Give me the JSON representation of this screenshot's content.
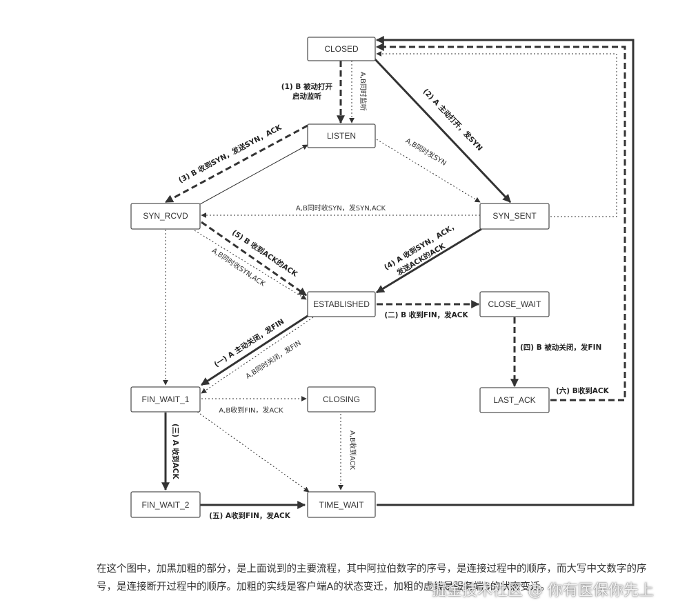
{
  "states": {
    "closed": "CLOSED",
    "listen": "LISTEN",
    "syn_rcvd": "SYN_RCVD",
    "syn_sent": "SYN_SENT",
    "established": "ESTABLISHED",
    "close_wait": "CLOSE_WAIT",
    "fin_wait_1": "FIN_WAIT_1",
    "closing": "CLOSING",
    "last_ack": "LAST_ACK",
    "fin_wait_2": "FIN_WAIT_2",
    "time_wait": "TIME_WAIT"
  },
  "labels": {
    "b_passive_open_1": "(1) B 被动打开",
    "b_passive_open_2": "启动监听",
    "ab_listen": "A,B同时监听",
    "a_active_open": "(2) A 主动打开，发SYN",
    "ab_send_syn": "A,B同时发SYN",
    "b_recv_syn": "(3) B 收到SYN，发送SYN，ACK",
    "ab_recv_syn": "A,B同时收SYN，发SYN,ACK",
    "b_recv_ack": "(5) B 收到ACK的ACK",
    "ab_recv_syn_ack": "A,B同时收SYN,ACK",
    "a_recv_syn_ack_1": "(4) A 收到SYN，ACK，",
    "a_recv_syn_ack_2": "发送ACK的ACK",
    "b_recv_fin": "(二) B 收到FIN，发ACK",
    "b_passive_close": "(四) B 被动关闭，发FIN",
    "b_recv_ack_final": "(六) B收到ACK",
    "a_active_close": "(一) A 主动关闭，发FIN",
    "ab_close": "A,B同时关闭，发FIN",
    "ab_recv_fin": "A,B收到FIN，发ACK",
    "ab_recv_ack": "A,B收到ACK",
    "a_recv_ack": "(三) A 收到ACK",
    "a_recv_fin": "(五) A收到FIN，发ACK"
  },
  "caption": {
    "text": "在这个图中，加黑加粗的部分，是上面说到的主要流程，其中阿拉伯数字的序号，是连接过程中的顺序，而大写中文数字的序号，是连接断开过程中的顺序。加粗的实线是客户端A的状态变迁，加粗的虚线是服务端B的状态变迁。"
  },
  "watermark": "掘金技术社区 @ 你有医保你先上"
}
